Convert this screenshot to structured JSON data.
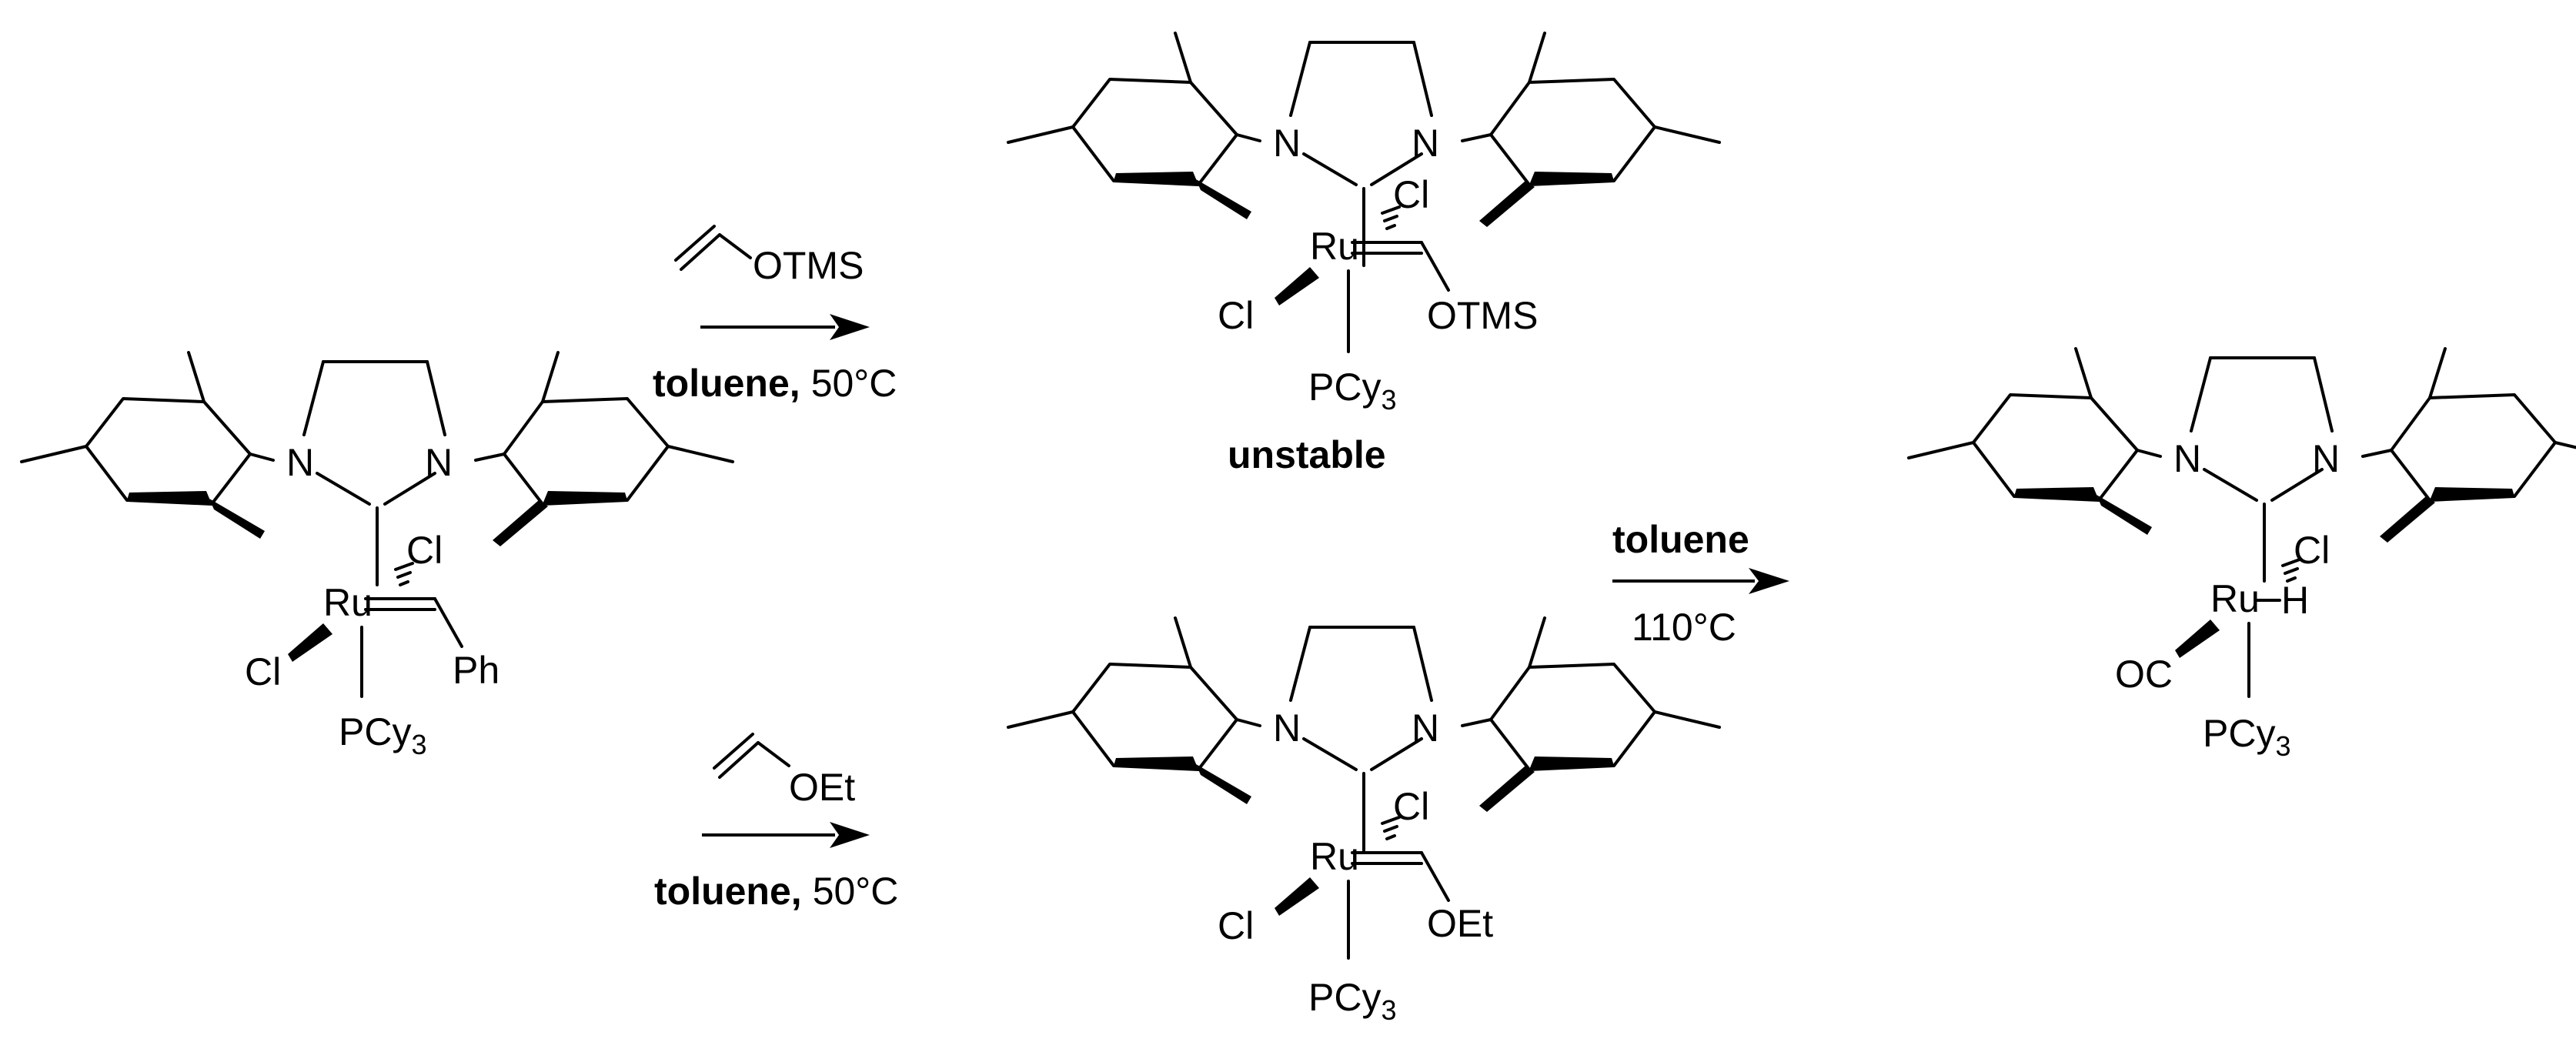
{
  "labels": {
    "N": "N",
    "Ru": "Ru",
    "Cl": "Cl",
    "Ph": "Ph",
    "P": "P",
    "Cy": "Cy",
    "sub3": "3",
    "H": "H",
    "OC": "OC",
    "OTMS": "OTMS",
    "OEt": "OEt"
  },
  "reactions": {
    "top": {
      "solvent": "toluene,",
      "temperature": "50°C"
    },
    "bottom": {
      "solvent": "toluene,",
      "temperature": "50°C"
    },
    "right": {
      "solvent": "toluene",
      "temperature": "110°C"
    }
  },
  "notes": {
    "unstable": "unstable"
  }
}
